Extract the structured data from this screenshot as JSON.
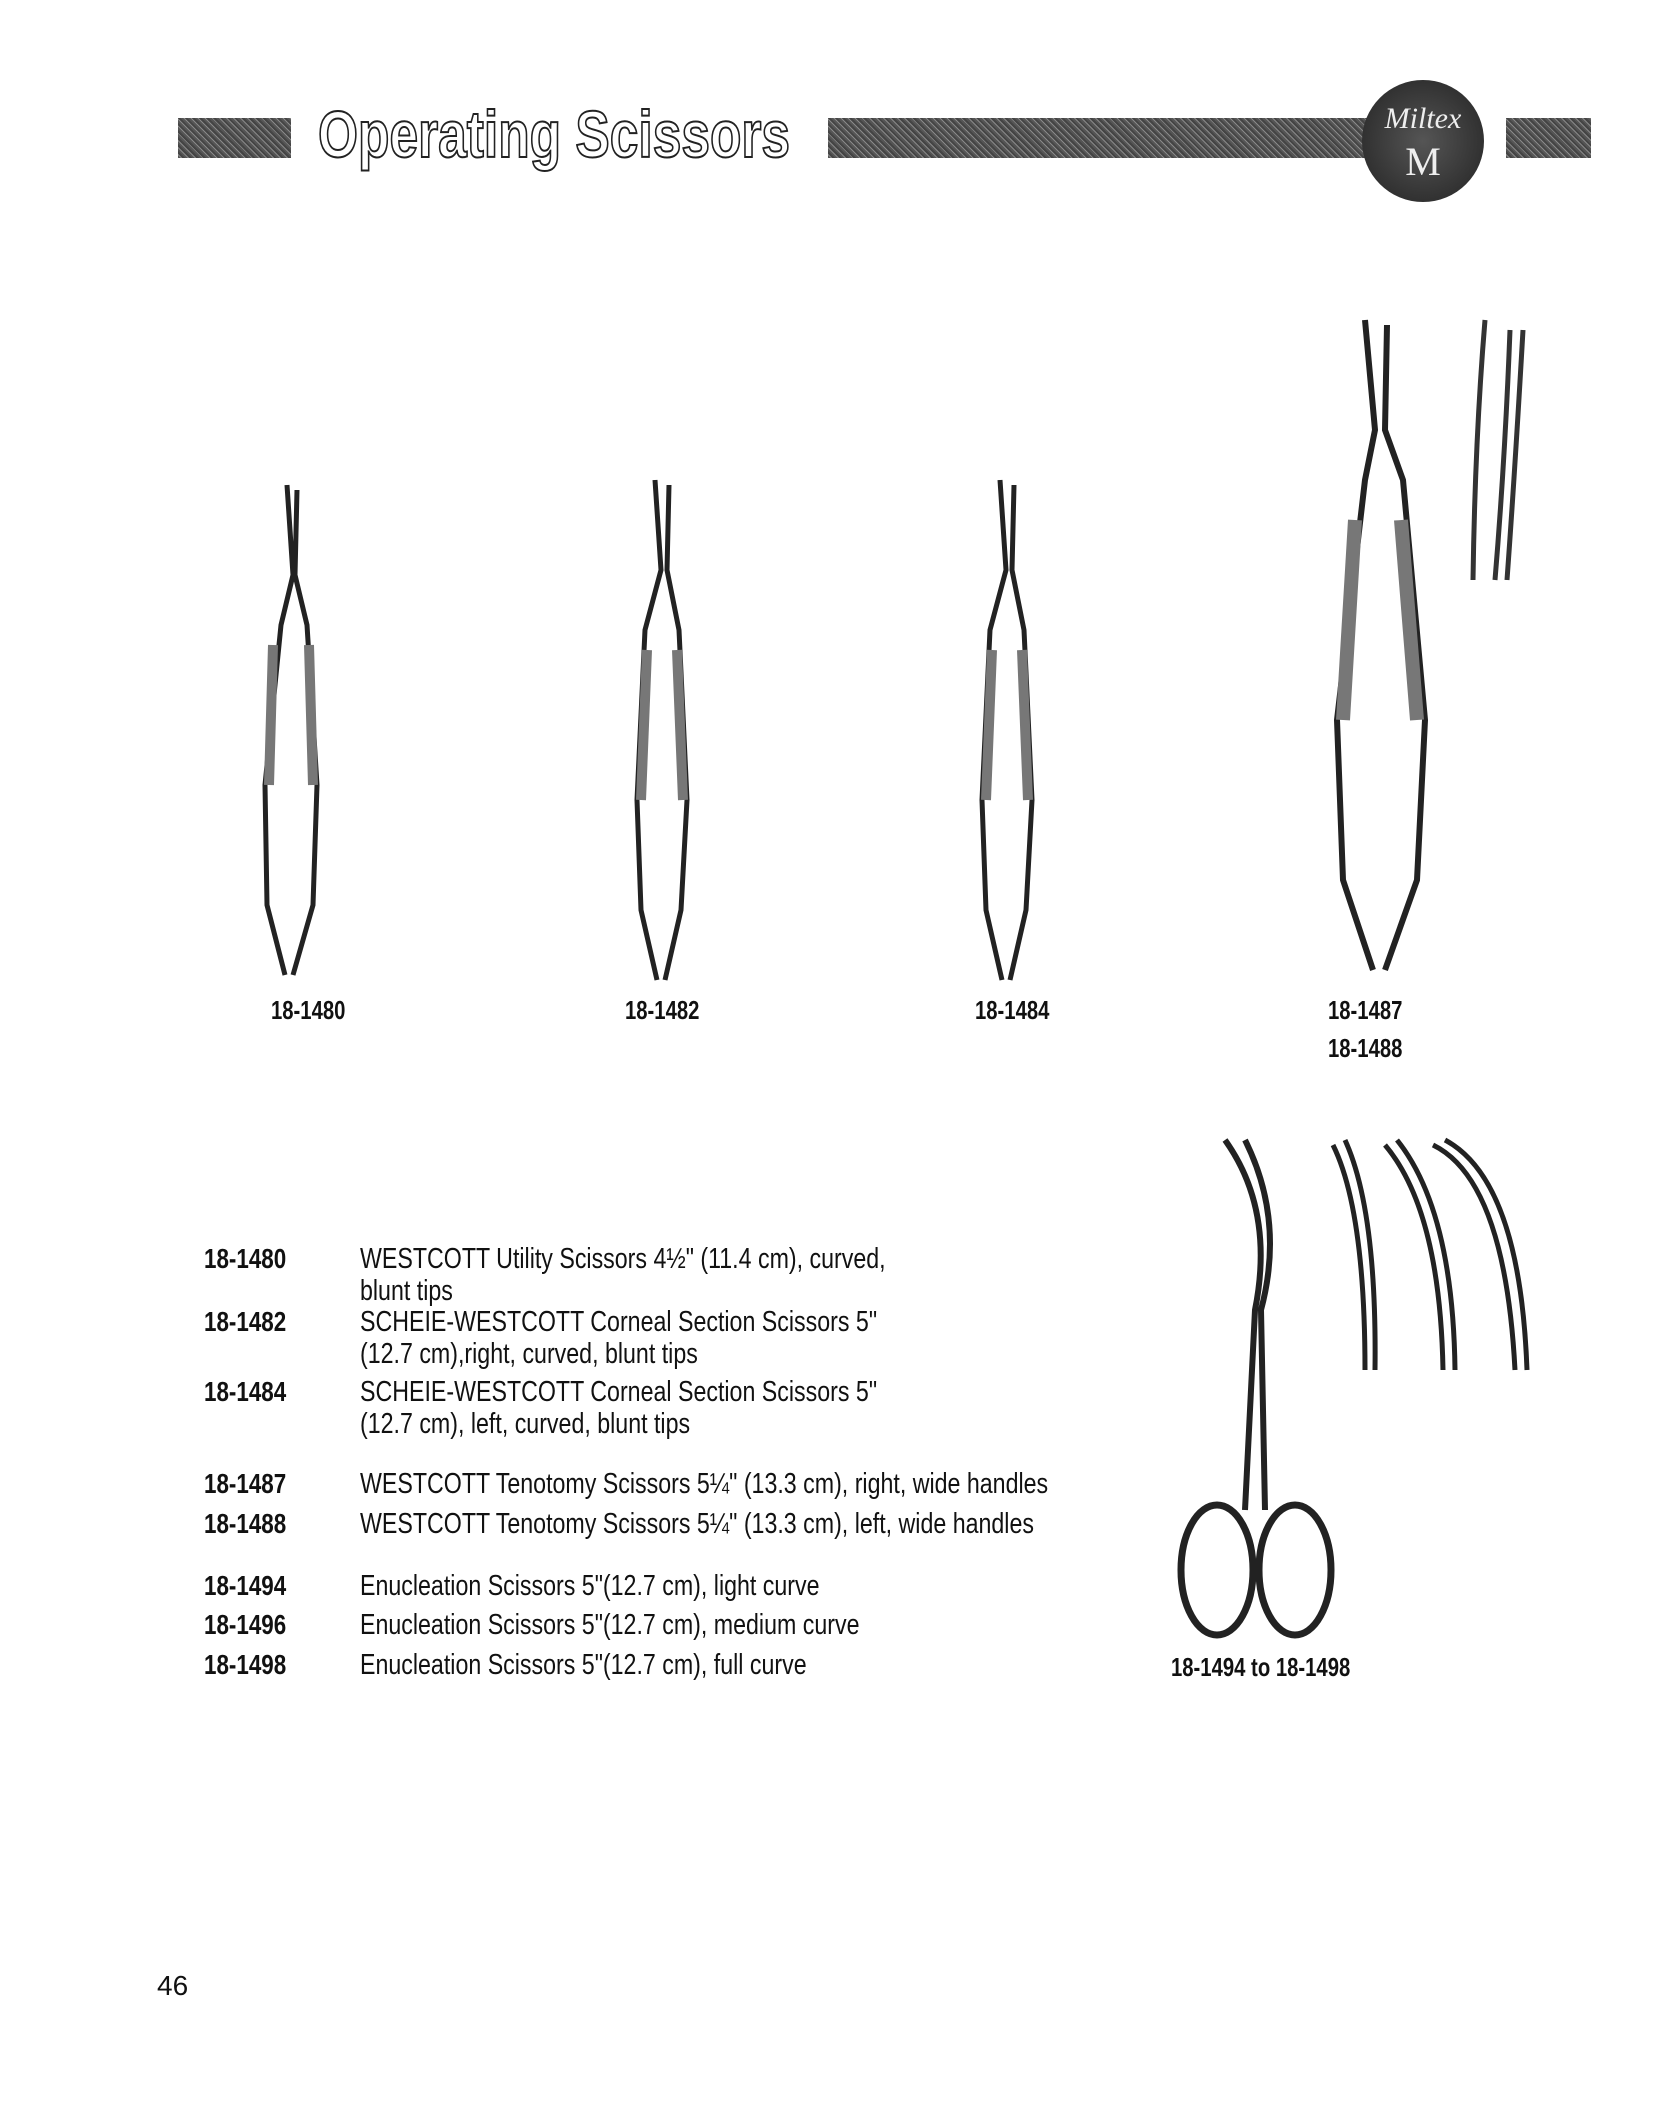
{
  "header": {
    "title": "Operating Scissors",
    "logo_text": "Miltex",
    "logo_letter": "M"
  },
  "figures": [
    {
      "labels": [
        "18-1480"
      ]
    },
    {
      "labels": [
        "18-1482"
      ]
    },
    {
      "labels": [
        "18-1484"
      ]
    },
    {
      "labels": [
        "18-1487",
        "18-1488"
      ]
    },
    {
      "labels": [
        "18-1494 to 18-1498"
      ]
    }
  ],
  "catalog": [
    {
      "code": "18-1480",
      "description": "WESTCOTT Utility Scissors 4½\" (11.4 cm), curved, blunt tips"
    },
    {
      "code": "18-1482",
      "description": "SCHEIE-WESTCOTT Corneal Section Scissors 5\" (12.7 cm),right, curved, blunt tips"
    },
    {
      "code": "18-1484",
      "description": "SCHEIE-WESTCOTT Corneal Section Scissors 5\"(12.7 cm), left, curved, blunt tips"
    },
    {
      "code": "18-1487",
      "description": "WESTCOTT Tenotomy Scissors 5¼\" (13.3 cm), right, wide handles"
    },
    {
      "code": "18-1488",
      "description": "WESTCOTT Tenotomy Scissors 5¼\" (13.3 cm), left, wide handles"
    },
    {
      "code": "18-1494",
      "description": "Enucleation Scissors 5\"(12.7 cm), light curve"
    },
    {
      "code": "18-1496",
      "description": "Enucleation Scissors 5\"(12.7 cm), medium curve"
    },
    {
      "code": "18-1498",
      "description": "Enucleation Scissors 5\"(12.7 cm), full curve"
    }
  ],
  "page_number": "46"
}
